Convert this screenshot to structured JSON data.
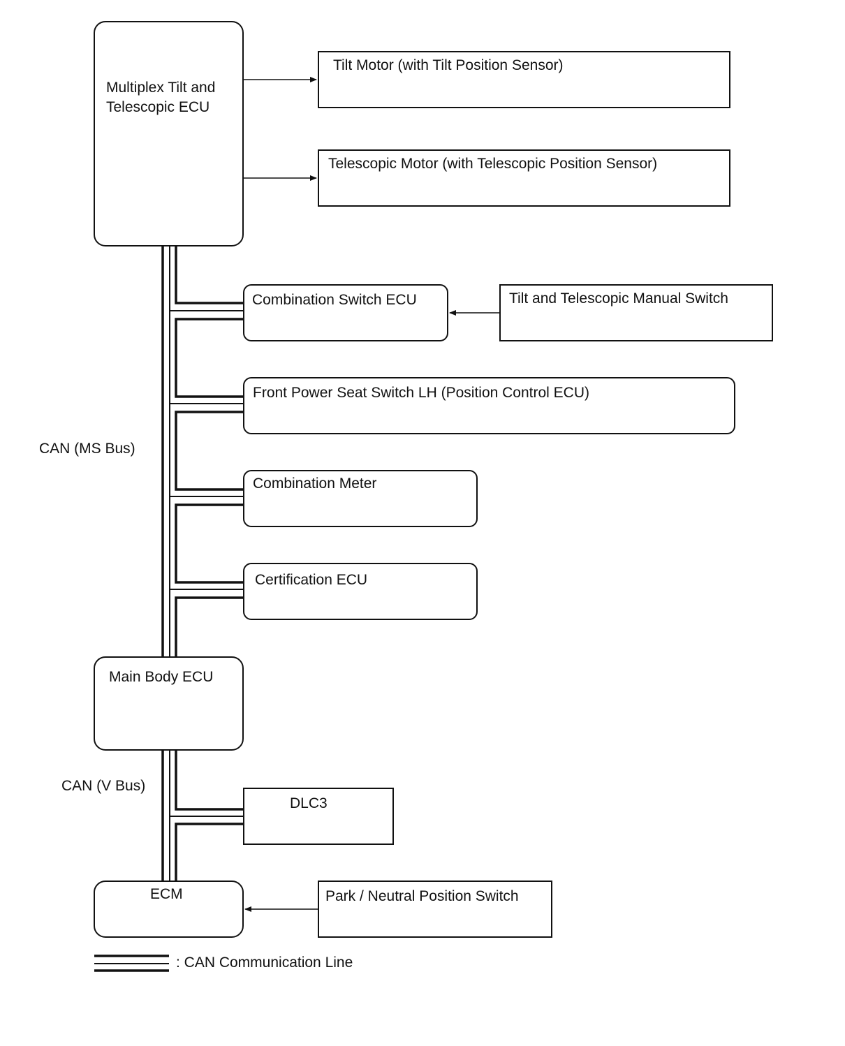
{
  "nodes": {
    "tilt_ecu": "Multiplex Tilt and Telescopic ECU",
    "tilt_motor": "Tilt Motor (with Tilt Position Sensor)",
    "telescopic_motor": "Telescopic Motor (with Telescopic Position Sensor)",
    "combination_switch_ecu": "Combination Switch ECU",
    "manual_switch": "Tilt and Telescopic Manual Switch",
    "front_power_seat": "Front Power Seat Switch LH (Position Control ECU)",
    "combination_meter": "Combination Meter",
    "certification_ecu": "Certification ECU",
    "main_body_ecu": "Main Body ECU",
    "dlc3": "DLC3",
    "ecm": "ECM",
    "park_neutral": "Park / Neutral Position Switch"
  },
  "bus_labels": {
    "ms_bus": "CAN (MS Bus)",
    "v_bus": "CAN (V Bus)"
  },
  "legend": {
    "can_line": ": CAN Communication Line"
  }
}
